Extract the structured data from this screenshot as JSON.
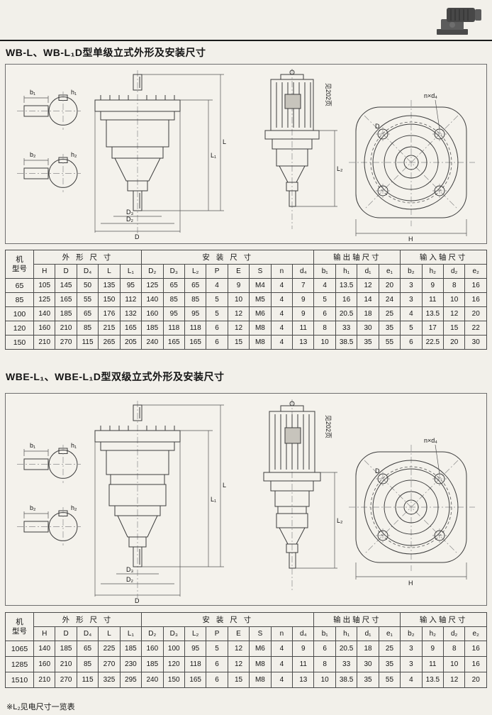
{
  "page": {
    "section1_title": "WB-L、WB-L₁D型单级立式外形及安装尺寸",
    "section2_title": "WBE-L₁、WBE-L₁D型双级立式外形及安装尺寸",
    "footnote": "※L₂见电尺寸一览表"
  },
  "drawings": {
    "labels": {
      "b1": "b₁",
      "h1": "h₁",
      "b2": "b₂",
      "h2": "h₂",
      "L": "L",
      "L1": "L₁",
      "L2": "L₂",
      "D": "D",
      "D2": "D₂",
      "D3": "D₃",
      "H": "H",
      "n_d4": "n×d₄",
      "see_page": "见202页"
    }
  },
  "tables": {
    "single_stage": {
      "model_header": [
        "机",
        "型号"
      ],
      "groups": [
        {
          "label": "外 形 尺 寸",
          "span": 5
        },
        {
          "label": "安 装 尺 寸",
          "span": 8
        },
        {
          "label": "输出轴尺寸",
          "span": 4
        },
        {
          "label": "输入轴尺寸",
          "span": 4
        }
      ],
      "columns": [
        "H",
        "D",
        "D₄",
        "L",
        "L₁",
        "D₂",
        "D₃",
        "L₂",
        "P",
        "E",
        "S",
        "n",
        "d₄",
        "b₁",
        "h₁",
        "d₁",
        "e₁",
        "b₂",
        "h₂",
        "d₂",
        "e₂"
      ],
      "rows": [
        [
          "65",
          "105",
          "145",
          "50",
          "135",
          "95",
          "125",
          "65",
          "65",
          "4",
          "9",
          "M4",
          "4",
          "7",
          "4",
          "13.5",
          "12",
          "20",
          "3",
          "9",
          "8",
          "16"
        ],
        [
          "85",
          "125",
          "165",
          "55",
          "150",
          "112",
          "140",
          "85",
          "85",
          "5",
          "10",
          "M5",
          "4",
          "9",
          "5",
          "16",
          "14",
          "24",
          "3",
          "11",
          "10",
          "16"
        ],
        [
          "100",
          "140",
          "185",
          "65",
          "176",
          "132",
          "160",
          "95",
          "95",
          "5",
          "12",
          "M6",
          "4",
          "9",
          "6",
          "20.5",
          "18",
          "25",
          "4",
          "13.5",
          "12",
          "20"
        ],
        [
          "120",
          "160",
          "210",
          "85",
          "215",
          "165",
          "185",
          "118",
          "118",
          "6",
          "12",
          "M8",
          "4",
          "11",
          "8",
          "33",
          "30",
          "35",
          "5",
          "17",
          "15",
          "22"
        ],
        [
          "150",
          "210",
          "270",
          "115",
          "265",
          "205",
          "240",
          "165",
          "165",
          "6",
          "15",
          "M8",
          "4",
          "13",
          "10",
          "38.5",
          "35",
          "55",
          "6",
          "22.5",
          "20",
          "30"
        ]
      ]
    },
    "double_stage": {
      "model_header": [
        "机",
        "型号"
      ],
      "groups": [
        {
          "label": "外 形 尺 寸",
          "span": 5
        },
        {
          "label": "安 装 尺 寸",
          "span": 8
        },
        {
          "label": "输出轴尺寸",
          "span": 4
        },
        {
          "label": "输入轴尺寸",
          "span": 4
        }
      ],
      "columns": [
        "H",
        "D",
        "D₄",
        "L",
        "L₁",
        "D₂",
        "D₃",
        "L₂",
        "P",
        "E",
        "S",
        "n",
        "d₄",
        "b₁",
        "h₁",
        "d₁",
        "e₁",
        "b₂",
        "h₂",
        "d₂",
        "e₂"
      ],
      "rows": [
        [
          "1065",
          "140",
          "185",
          "65",
          "225",
          "185",
          "160",
          "100",
          "95",
          "5",
          "12",
          "M6",
          "4",
          "9",
          "6",
          "20.5",
          "18",
          "25",
          "3",
          "9",
          "8",
          "16"
        ],
        [
          "1285",
          "160",
          "210",
          "85",
          "270",
          "230",
          "185",
          "120",
          "118",
          "6",
          "12",
          "M8",
          "4",
          "11",
          "8",
          "33",
          "30",
          "35",
          "3",
          "11",
          "10",
          "16"
        ],
        [
          "1510",
          "210",
          "270",
          "115",
          "325",
          "295",
          "240",
          "150",
          "165",
          "6",
          "15",
          "M8",
          "4",
          "13",
          "10",
          "38.5",
          "35",
          "55",
          "4",
          "13.5",
          "12",
          "20"
        ]
      ]
    }
  }
}
